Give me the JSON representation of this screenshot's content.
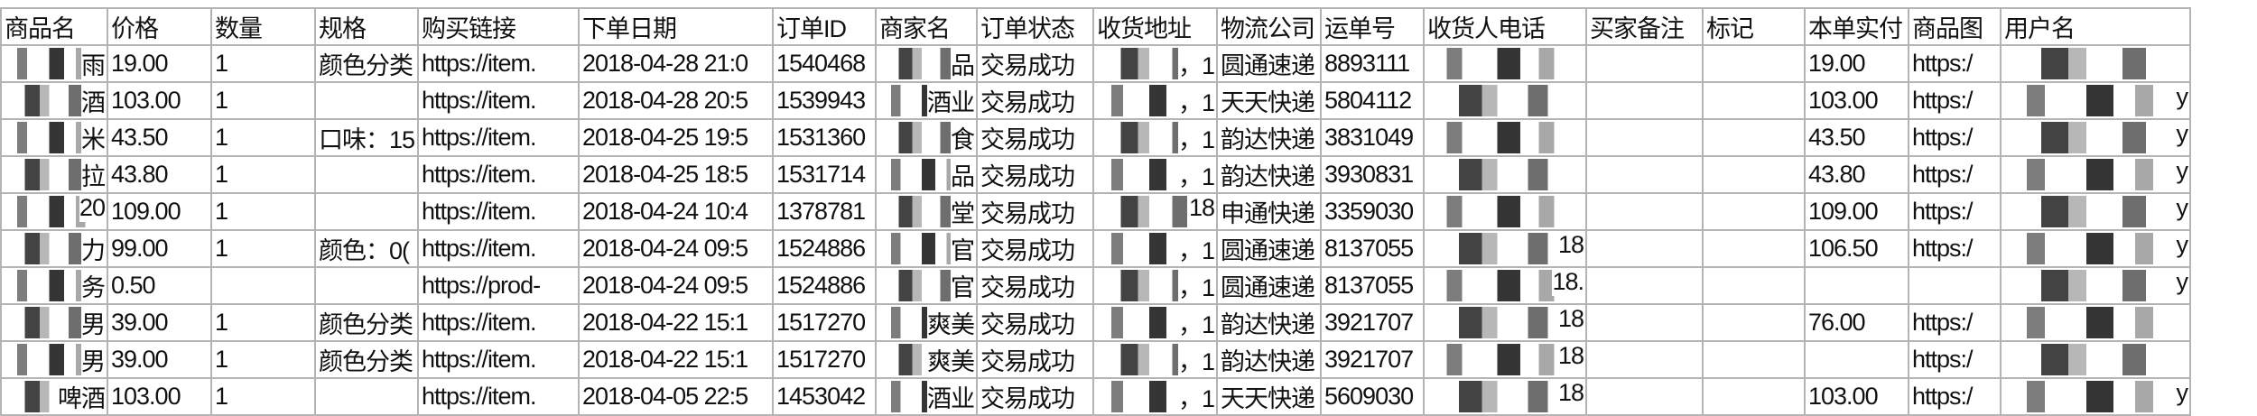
{
  "columns": [
    "商品名",
    "价格",
    "数量",
    "规格",
    "购买链接",
    "下单日期",
    "订单ID",
    "商家名",
    "订单状态",
    "收货地址",
    "物流公司",
    "运单号",
    "收货人电话",
    "买家备注",
    "标记",
    "本单实付",
    "商品图",
    "用户名"
  ],
  "rows": [
    [
      "雨",
      "19.00",
      "1",
      "颜色分类",
      "https://item.",
      "2018-04-28 21:0",
      "1540468",
      "品",
      "交易成功",
      "，1",
      "圆通速递",
      "8893111",
      "",
      "",
      "",
      "19.00",
      "https:/",
      ""
    ],
    [
      "酒",
      "103.00",
      "1",
      "",
      "https://item.",
      "2018-04-28 20:5",
      "1539943",
      "酒业",
      "交易成功",
      "，1",
      "天天快递",
      "5804112",
      "",
      "",
      "",
      "103.00",
      "https:/",
      "y"
    ],
    [
      "米",
      "43.50",
      "1",
      "口味：15",
      "https://item.",
      "2018-04-25 19:5",
      "1531360",
      "食",
      "交易成功",
      "，1",
      "韵达快递",
      "3831049",
      "",
      "",
      "",
      "43.50",
      "https:/",
      "y"
    ],
    [
      "拉",
      "43.80",
      "1",
      "",
      "https://item.",
      "2018-04-25 18:5",
      "1531714",
      "品",
      "交易成功",
      "，1",
      "韵达快递",
      "3930831",
      "",
      "",
      "",
      "43.80",
      "https:/",
      "y"
    ],
    [
      "20",
      "109.00",
      "1",
      "",
      "https://item.",
      "2018-04-24 10:4",
      "1378781",
      "堂",
      "交易成功",
      "18",
      "申通快递",
      "3359030",
      "",
      "",
      "",
      "109.00",
      "https:/",
      "y"
    ],
    [
      "力",
      "99.00",
      "1",
      "颜色：0(",
      "https://item.",
      "2018-04-24 09:5",
      "1524886",
      "官",
      "交易成功",
      "，1",
      "圆通速递",
      "8137055",
      "18",
      "",
      "",
      "106.50",
      "https:/",
      "y"
    ],
    [
      "务",
      "0.50",
      "",
      "",
      "https://prod-",
      "2018-04-24 09:5",
      "1524886",
      "官",
      "交易成功",
      "，1",
      "圆通速递",
      "8137055",
      "18.",
      "",
      "",
      "",
      "",
      "y"
    ],
    [
      "男",
      "39.00",
      "1",
      "颜色分类",
      "https://item.",
      "2018-04-22 15:1",
      "1517270",
      "爽美",
      "交易成功",
      "，1",
      "韵达快递",
      "3921707",
      "18",
      "",
      "",
      "76.00",
      "https:/",
      ""
    ],
    [
      "男",
      "39.00",
      "1",
      "颜色分类",
      "https://item.",
      "2018-04-22 15:1",
      "1517270",
      "爽美",
      "交易成功",
      "，1",
      "韵达快递",
      "3921707",
      "18",
      "",
      "",
      "",
      "https:/",
      ""
    ],
    [
      "啤酒",
      "103.00",
      "1",
      "",
      "https://item.",
      "2018-04-05 22:5",
      "1453042",
      "酒业",
      "交易成功",
      "，1",
      "天天快递",
      "5609030",
      "18",
      "",
      "",
      "103.00",
      "https:/",
      "y"
    ]
  ]
}
